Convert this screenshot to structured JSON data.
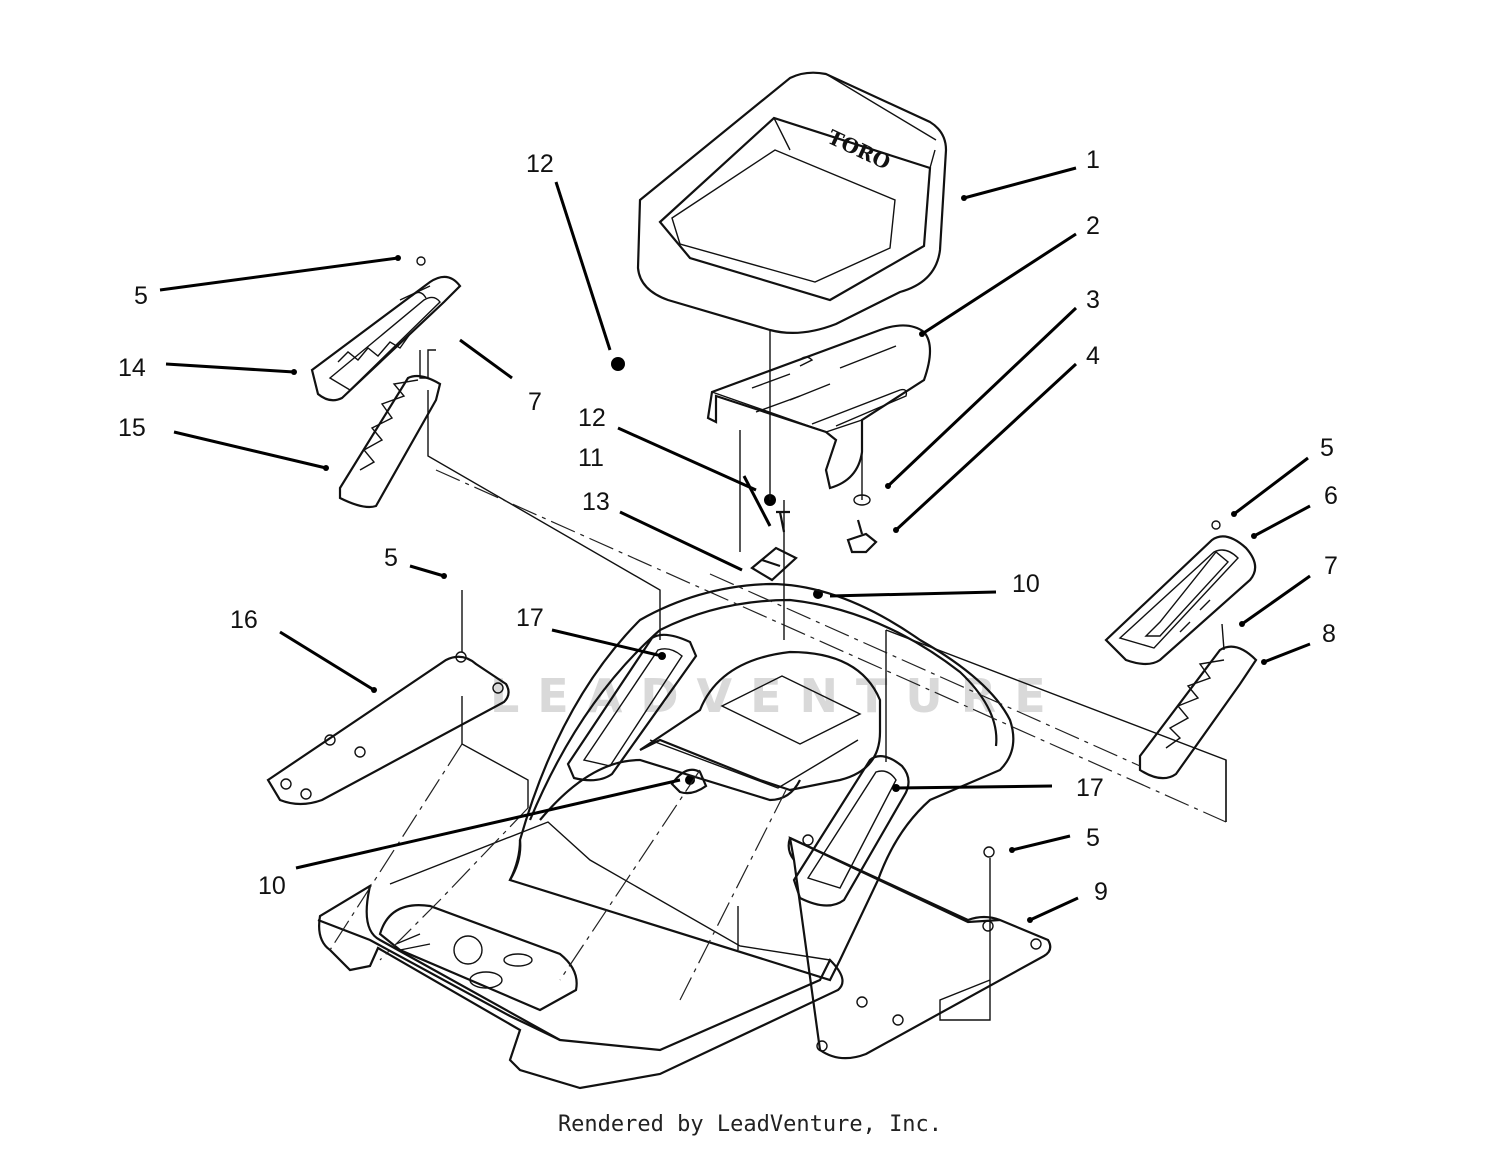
{
  "logo": {
    "seat_brand": "TORO",
    "watermark": "LEADVENTURE"
  },
  "footer": {
    "credit": "Rendered by LeadVenture, Inc."
  },
  "callouts": [
    {
      "id": "c1",
      "label": "1"
    },
    {
      "id": "c2",
      "label": "2"
    },
    {
      "id": "c3",
      "label": "3"
    },
    {
      "id": "c4",
      "label": "4"
    },
    {
      "id": "c5a",
      "label": "5"
    },
    {
      "id": "c5b",
      "label": "5"
    },
    {
      "id": "c5c",
      "label": "5"
    },
    {
      "id": "c5d",
      "label": "5"
    },
    {
      "id": "c6",
      "label": "6"
    },
    {
      "id": "c7a",
      "label": "7"
    },
    {
      "id": "c7b",
      "label": "7"
    },
    {
      "id": "c8",
      "label": "8"
    },
    {
      "id": "c9",
      "label": "9"
    },
    {
      "id": "c10a",
      "label": "10"
    },
    {
      "id": "c10b",
      "label": "10"
    },
    {
      "id": "c11",
      "label": "11"
    },
    {
      "id": "c12a",
      "label": "12"
    },
    {
      "id": "c12b",
      "label": "12"
    },
    {
      "id": "c13",
      "label": "13"
    },
    {
      "id": "c14",
      "label": "14"
    },
    {
      "id": "c15",
      "label": "15"
    },
    {
      "id": "c16",
      "label": "16"
    },
    {
      "id": "c17a",
      "label": "17"
    },
    {
      "id": "c17b",
      "label": "17"
    }
  ]
}
